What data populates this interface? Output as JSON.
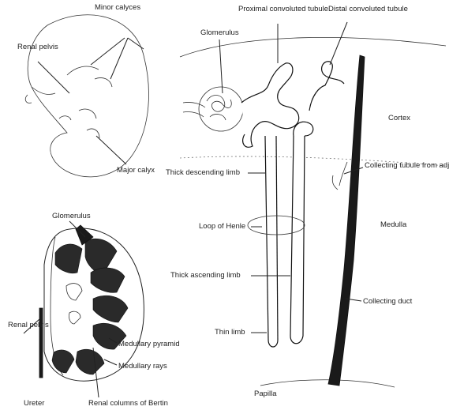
{
  "labels": {
    "minor_calyces": "Minor calyces",
    "renal_pelvis_top": "Renal pelvis",
    "major_calyx": "Major calyx",
    "glomerulus_bottom": "Glomerulus",
    "renal_pelvis_bottom": "Renal pelvis",
    "ureter": "Ureter",
    "renal_columns": "Renal columns of Bertin",
    "medullary_pyramid": "Medullary pyramid",
    "medullary_rays": "Medullary rays",
    "glomerulus_top": "Glomerulus",
    "proximal_tubule": "Proximal convoluted tubule",
    "distal_tubule": "Distal convoluted tubule",
    "cortex": "Cortex",
    "collecting_tubule": "Collecting tubule from adjacent nephron",
    "thick_descending": "Thick descending limb",
    "loop_of_henle": "Loop of Henle",
    "medulla": "Medulla",
    "thick_ascending": "Thick ascending limb",
    "collecting_duct": "Collecting duct",
    "thin_limb": "Thin limb",
    "papilla": "Papilla"
  }
}
